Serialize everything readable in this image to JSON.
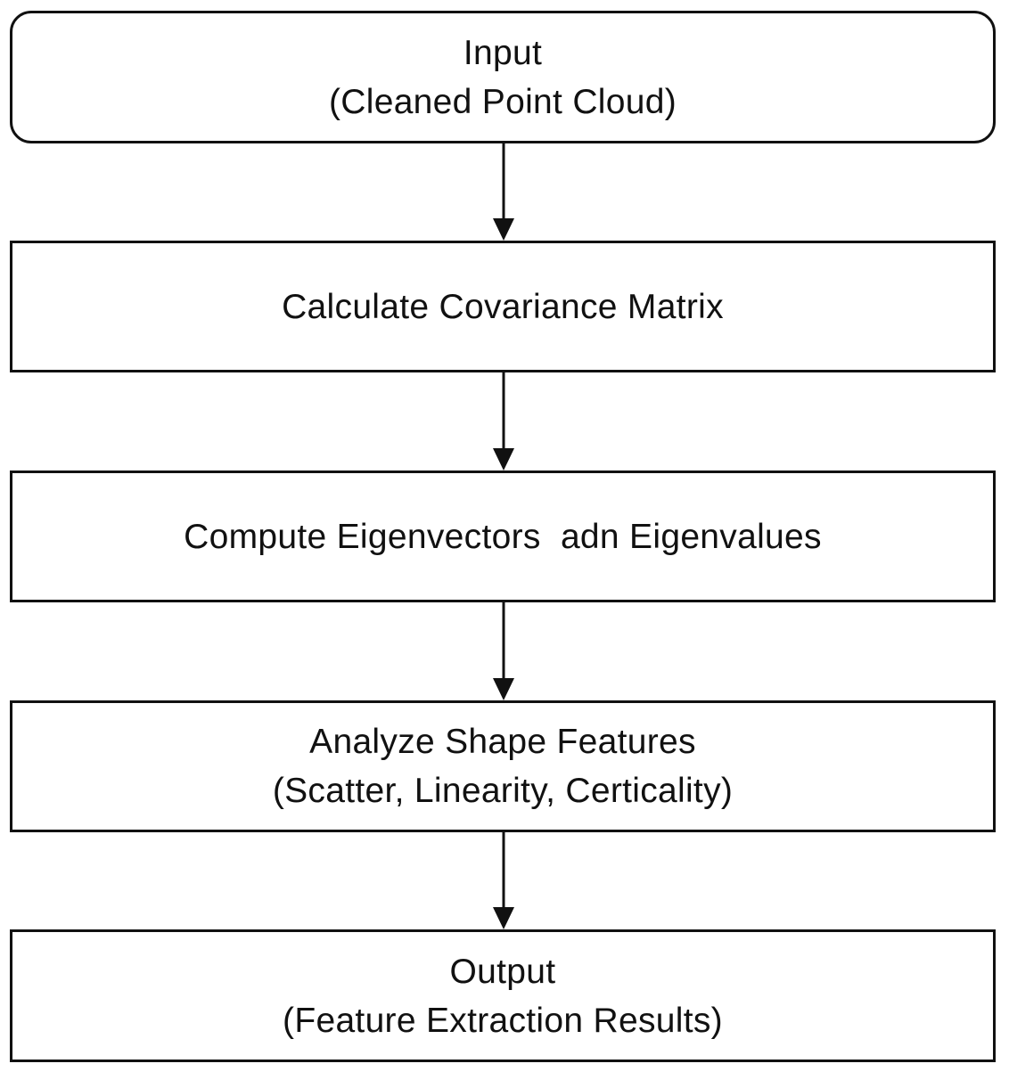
{
  "flowchart": {
    "nodes": [
      {
        "line1": "Input",
        "line2": "(Cleaned Point Cloud)"
      },
      {
        "line1": "Calculate Covariance Matrix"
      },
      {
        "line1": "Compute Eigenvectors  adn Eigenvalues"
      },
      {
        "line1": "Analyze Shape Features",
        "line2": "(Scatter, Linearity, Certicality)"
      },
      {
        "line1": "Output",
        "line2": "(Feature Extraction Results)"
      }
    ],
    "colors": {
      "stroke": "#111111",
      "background": "#ffffff",
      "text": "#111111"
    }
  }
}
